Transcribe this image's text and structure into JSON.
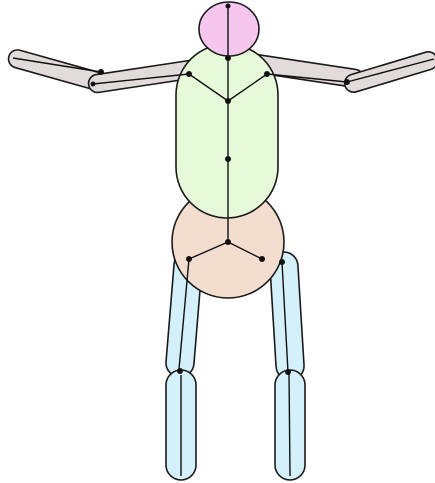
{
  "colors": {
    "head": "#f7c6ee",
    "arm": "#e2dbdc",
    "torso": "#e6f9d8",
    "pelvis": "#f3ddcf",
    "leg": "#d4f0fa",
    "outline": "#1a1a1a",
    "bone": "#111111"
  },
  "skeleton": {
    "bodies": [
      "head",
      "torso",
      "pelvis",
      "left-upper-arm",
      "left-forearm",
      "right-upper-arm",
      "right-forearm",
      "left-thigh",
      "left-shin",
      "right-thigh",
      "right-shin"
    ],
    "joints": [
      "head-top",
      "neck",
      "left-shoulder",
      "right-shoulder",
      "chest",
      "spine",
      "pelvis-center",
      "left-hip",
      "right-hip",
      "left-knee",
      "right-knee",
      "left-ankle",
      "right-ankle",
      "left-elbow",
      "right-elbow",
      "left-hand",
      "right-hand"
    ]
  }
}
